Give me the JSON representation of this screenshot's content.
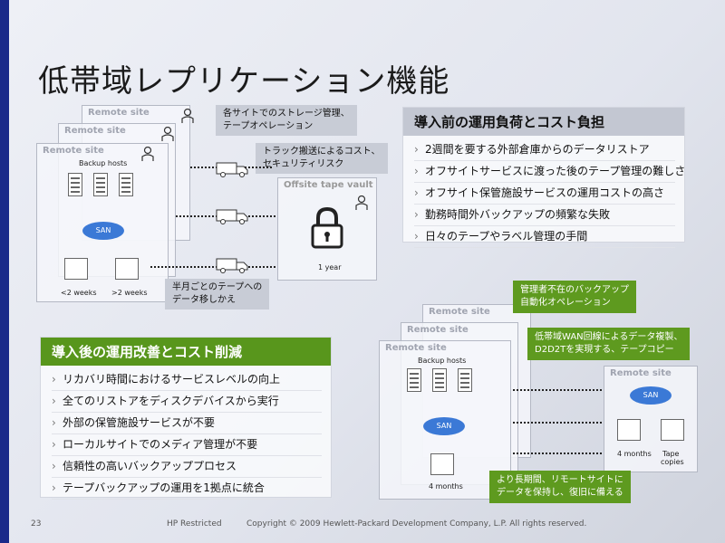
{
  "slide": {
    "title": "低帯域レプリケーション機能",
    "page_number": "23",
    "restricted": "HP Restricted",
    "copyright": "Copyright © 2009 Hewlett-Packard Development Company, L.P. All rights reserved."
  },
  "diagram_top": {
    "remote_site_label": "Remote site",
    "backup_hosts_label": "Backup hosts",
    "san_label": "SAN",
    "weeks_left": "<2 weeks",
    "weeks_right": ">2 weeks",
    "vault_label": "Offsite tape vault",
    "vault_period": "1 year",
    "callout_storage": [
      "各サイトでのストレージ管理、",
      "テープオペレーション"
    ],
    "callout_truck": [
      "トラック搬送によるコスト、",
      "セキュリティリスク"
    ],
    "callout_tape": [
      "半月ごとのテープへの",
      "データ移しかえ"
    ]
  },
  "panel_before": {
    "heading": "導入前の運用負荷とコスト負担",
    "items": [
      "2週間を要する外部倉庫からのデータリストア",
      "オフサイトサービスに渡った後のテープ管理の難しさ",
      "オフサイト保管施設サービスの運用コストの高さ",
      "勤務時間外バックアップの頻繁な失敗",
      "日々のテープやラベル管理の手間"
    ]
  },
  "panel_after": {
    "heading": "導入後の運用改善とコスト削減",
    "items": [
      "リカバリ時間におけるサービスレベルの向上",
      "全てのリストアをディスクデバイスから実行",
      "外部の保管施設サービスが不要",
      "ローカルサイトでのメディア管理が不要",
      "信頼性の高いバックアッププロセス",
      "テープバックアップの運用を1拠点に統合"
    ]
  },
  "diagram_bottom": {
    "remote_site_label": "Remote site",
    "backup_hosts_label": "Backup hosts",
    "san_label": "SAN",
    "local_months": "4 months",
    "remote_months": "4 months",
    "tape_copies": [
      "Tape",
      "copies"
    ],
    "callout_unattended": [
      "管理者不在のバックアップ",
      "自動化オペレーション"
    ],
    "callout_wan": [
      "低帯域WAN回線によるデータ複製、",
      "D2D2Tを実現する、テープコピー"
    ],
    "callout_longterm": [
      "より長期間、リモートサイトに",
      "データを保持し、復旧に備える"
    ]
  },
  "colors": {
    "accent_green": "#58961c",
    "accent_grey": "#c3c7d2",
    "san_blue": "#3b79d6"
  }
}
